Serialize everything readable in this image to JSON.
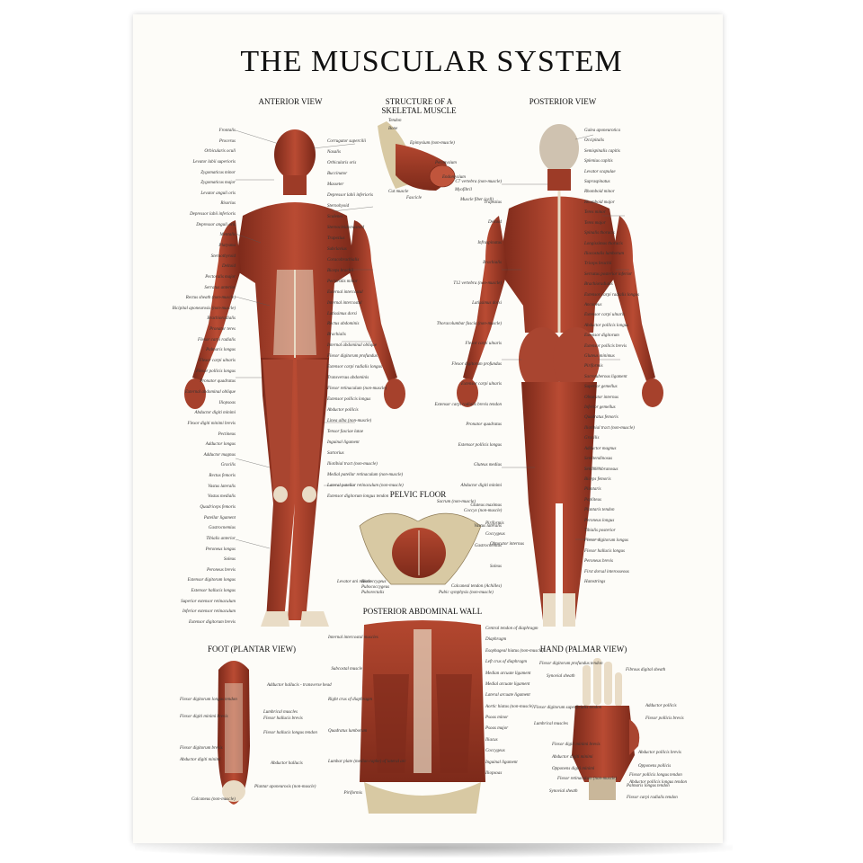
{
  "title": "THE MUSCULAR SYSTEM",
  "sections": {
    "anterior": "ANTERIOR VIEW",
    "structure": "STRUCTURE OF A SKELETAL MUSCLE",
    "posterior": "POSTERIOR VIEW",
    "pelvic": "PELVIC FLOOR",
    "abdominal": "POSTERIOR ABDOMINAL WALL",
    "foot": "FOOT (PLANTAR VIEW)",
    "hand": "HAND (PALMAR VIEW)"
  },
  "colors": {
    "muscle": "#a8402c",
    "muscle_dark": "#6e2417",
    "tendon": "#e9dcc6",
    "bone": "#d8c9a3"
  },
  "labels": {
    "anterior_left": [
      "Frontalis",
      "Procerus",
      "Orbicularis oculi",
      "Levator labii superioris",
      "Zygomaticus minor",
      "Zygomaticus major",
      "Levator anguli oris",
      "Risorius",
      "Depressor labii inferioris",
      "Depressor anguli oris",
      "Mentalis",
      "Platysma",
      "Sternothyroid",
      "Deltoid",
      "Pectoralis major",
      "Serratus anterior",
      "Rectus sheath (non-muscle)",
      "Bicipital aponeurosis (non-muscle)",
      "Brachioradialis",
      "Pronator teres",
      "Flexor carpi radialis",
      "Palmaris longus",
      "Flexor carpi ulnaris",
      "Flexor pollicis longus",
      "Pronator quadratus",
      "External abdominal oblique",
      "Iliopsoas",
      "Abductor digiti minimi",
      "Flexor digiti minimi brevis",
      "Pectineus",
      "Adductor longus",
      "Adductor magnus",
      "Gracilis",
      "Rectus femoris",
      "Vastus lateralis",
      "Vastus medialis",
      "Quadriceps femoris",
      "Patellar ligament",
      "Gastrocnemius",
      "Tibialis anterior",
      "Peroneus longus",
      "Soleus",
      "Peroneus brevis",
      "Extensor digitorum longus",
      "Extensor hallucis longus",
      "Superior extensor retinaculum",
      "Inferior extensor retinaculum",
      "Extensor digitorum brevis"
    ],
    "anterior_right": [
      "Corrugator supercilii",
      "Nasalis",
      "Orbicularis oris",
      "Buccinator",
      "Masseter",
      "Depressor labii inferioris",
      "Sternohyoid",
      "Scalenes",
      "Sternocleidomastoid",
      "Trapezius",
      "Subclavius",
      "Coracobrachialis",
      "Biceps brachii",
      "Pectoralis minor",
      "External intercostal",
      "Internal intercostal",
      "Latissimus dorsi",
      "Rectus abdominis",
      "Brachialis",
      "Internal abdominal oblique",
      "Flexor digitorum profundus",
      "Extensor carpi radialis longus",
      "Transversus abdominis",
      "Flexor retinaculum (non-muscle)",
      "Extensor pollicis longus",
      "Abductor pollicis",
      "Linea alba (non-muscle)",
      "Tensor fasciae latae",
      "Inguinal ligament",
      "Sartorius",
      "Iliotibial tract (non-muscle)",
      "Medial patellar retinaculum (non-muscle)",
      "Lateral patellar retinaculum (non-muscle)",
      "Extensor digitorum longus tendon"
    ],
    "structure": [
      "Tendon",
      "Bone",
      "Epimysium (non-muscle)",
      "Perimysium",
      "Endomysium",
      "Myofibril",
      "Muscle fiber (cell)",
      "Fascicle",
      "Cut muscle"
    ],
    "posterior_left": [
      "C7 vertebra (non-muscle)",
      "Trapezius",
      "Deltoid",
      "Infraspinatus",
      "Brachialis",
      "T12 vertebra (non-muscle)",
      "Latissimus dorsi",
      "Thoracolumbar fascia (non-muscle)",
      "Flexor carpi ulnaris",
      "Flexor digitorum profundus",
      "Extensor carpi ulnaris",
      "Extensor carpi radialis brevis tendon",
      "Pronator quadratus",
      "Extensor pollicis longus",
      "Gluteus medius",
      "Abductor digiti minimi",
      "Gluteus maximus",
      "Vastus lateralis",
      "Gastrocnemius",
      "Soleus",
      "Calcaneal tendon (Achilles)"
    ],
    "posterior_right": [
      "Galea aponeurotica",
      "Occipitalis",
      "Semispinalis capitis",
      "Splenius capitis",
      "Levator scapulae",
      "Supraspinatus",
      "Rhomboid minor",
      "Rhomboid major",
      "Teres minor",
      "Teres major",
      "Spinalis thoracis",
      "Longissimus thoracis",
      "Iliocostalis lumborum",
      "Triceps brachii",
      "Serratus posterior inferior",
      "Brachioradialis",
      "Extensor carpi radialis longus",
      "Anconeus",
      "Extensor carpi ulnaris",
      "Abductor pollicis longus",
      "Extensor digitorum",
      "Extensor pollicis brevis",
      "Gluteus minimus",
      "Piriformis",
      "Sacrotuberous ligament",
      "Superior gemellus",
      "Obturator internus",
      "Inferior gemellus",
      "Quadratus femoris",
      "Iliotibial tract (non-muscle)",
      "Gracilis",
      "Adductor magnus",
      "Semitendinosus",
      "Semimembranosus",
      "Biceps femoris",
      "Plantaris",
      "Popliteus",
      "Plantaris tendon",
      "Peroneus longus",
      "Tibialis posterior",
      "Flexor digitorum longus",
      "Flexor hallucis longus",
      "Peroneus brevis",
      "First dorsal interosseous",
      "Hamstrings"
    ],
    "pelvic": [
      "Sacrum (non-muscle)",
      "Coccyx (non-muscle)",
      "Piriformis",
      "Coccygeus",
      "Obturator internus",
      "Levator ani muscle",
      "Iliococcygeus",
      "Pubococcygeus",
      "Puborectalis",
      "Pubic symphysis (non-muscle)"
    ],
    "abdominal_left": [
      "Internal intercostal muscles",
      "Subcostal muscle",
      "Right crus of diaphragm",
      "Quadratus lumborum",
      "Lumbar plate (median raphe) of lateral arc",
      "Piriformis"
    ],
    "abdominal_right": [
      "Central tendon of diaphragm",
      "Diaphragm",
      "Esophageal hiatus (non-muscle)",
      "Left crus of diaphragm",
      "Median arcuate ligament",
      "Medial arcuate ligament",
      "Lateral arcuate ligament",
      "Aortic hiatus (non-muscle)",
      "Psoas minor",
      "Psoas major",
      "Iliacus",
      "Coccygeus",
      "Inguinal ligament",
      "Iliopsoas"
    ],
    "foot": [
      "Flexor digitorum longus tendon",
      "Flexor digiti minimi brevis",
      "Flexor digitorum brevis",
      "Abductor digiti minimi",
      "Calcaneus (non-muscle)",
      "Adductor hallucis - transverse head",
      "Lumbrical muscles",
      "Flexor hallucis brevis",
      "Flexor hallucis longus tendon",
      "Abductor hallucis",
      "Plantar aponeurosis (non-muscle)"
    ],
    "hand": [
      "Flexor digitorum profundus tendon",
      "Synovial sheath",
      "Flexor digitorum superficialis tendon",
      "Lumbrical muscles",
      "Flexor digiti minimi brevis",
      "Abductor digiti minimi",
      "Opponens digiti minimi",
      "Flexor retinaculum (non-muscle)",
      "Synovial sheath",
      "Fibrous digital sheath",
      "Adductor pollicis",
      "Flexor pollicis brevis",
      "Abductor pollicis brevis",
      "Opponens pollicis",
      "Flexor pollicis longus tendon",
      "Abductor pollicis longus tendon",
      "Palmaris longus tendon",
      "Flexor carpi radialis tendon"
    ]
  }
}
